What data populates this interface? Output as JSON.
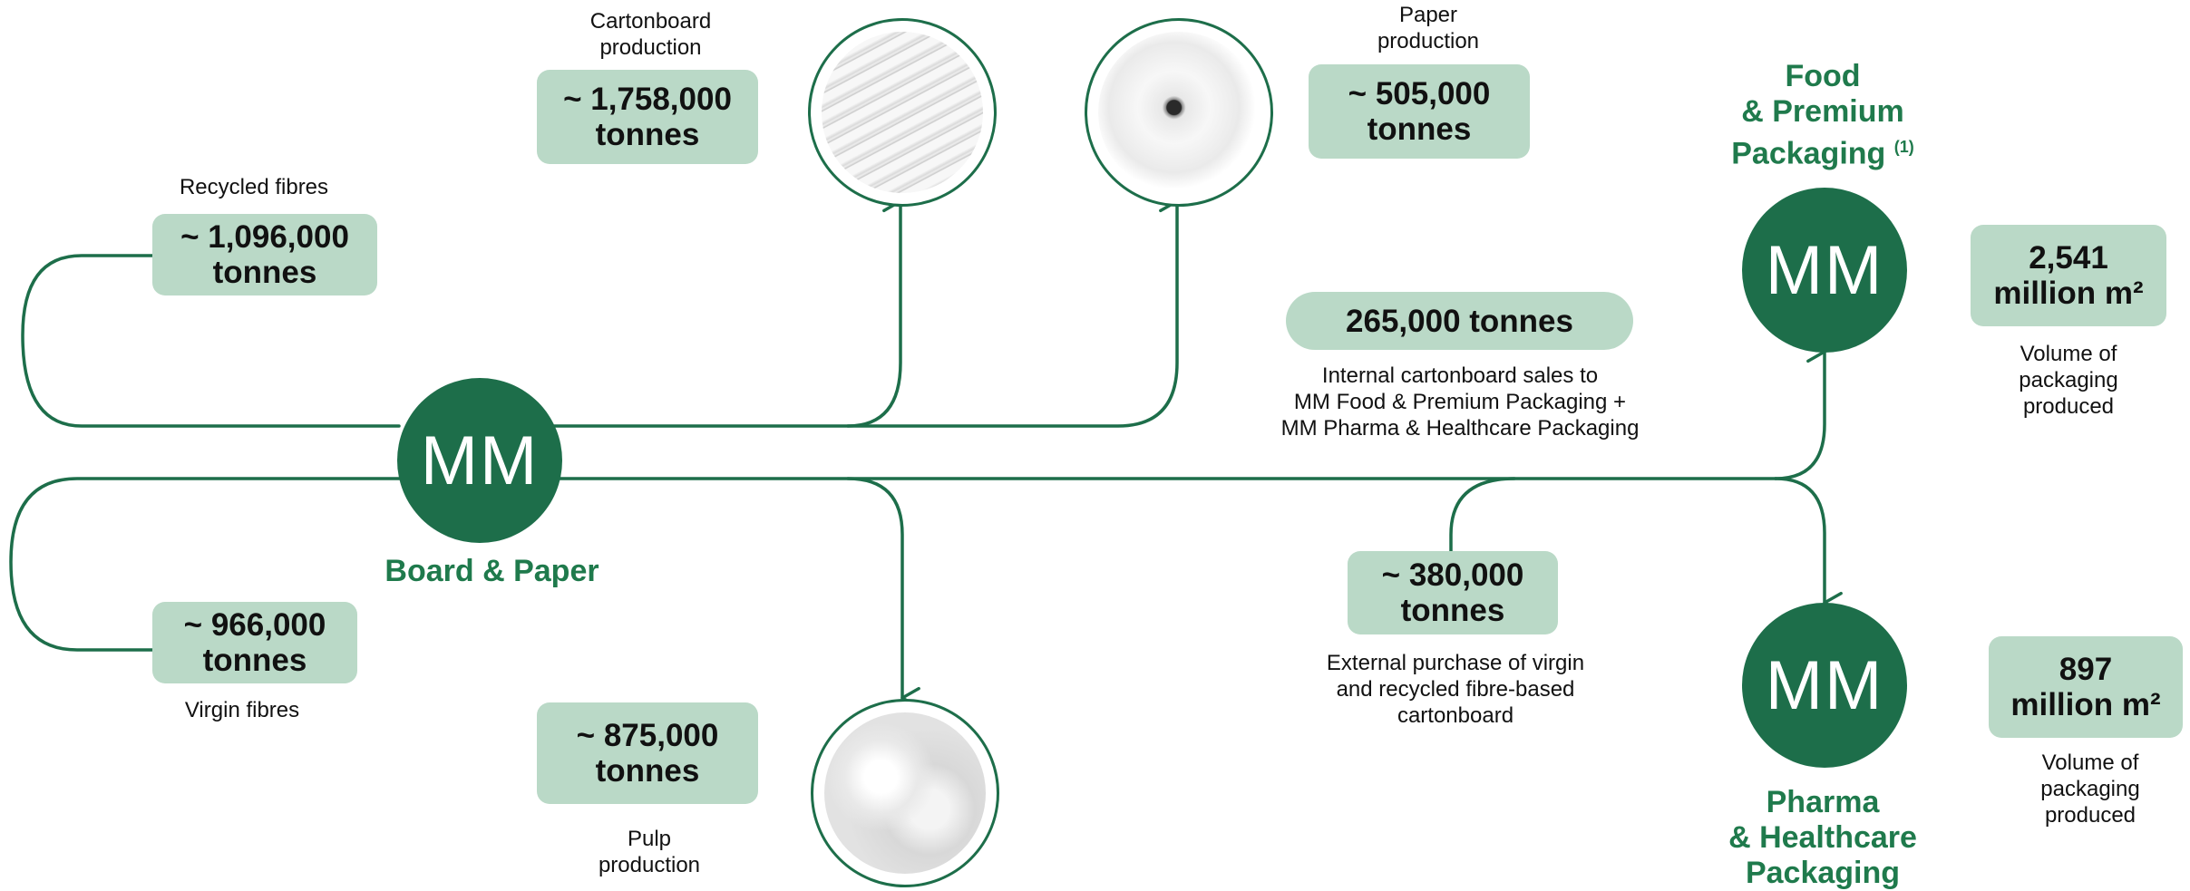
{
  "colors": {
    "accent": "#1d6e4a",
    "box_fill": "#bad9c7",
    "title_green": "#1f7a4c"
  },
  "hub": {
    "logo": "MM",
    "title": "Board & Paper"
  },
  "recycled_fibres": {
    "label": "Recycled fibres",
    "value": "~ 1,096,000",
    "unit": "tonnes"
  },
  "virgin_fibres": {
    "label": "Virgin fibres",
    "value": "~ 966,000",
    "unit": "tonnes"
  },
  "cartonboard": {
    "label_line1": "Cartonboard",
    "label_line2": "production",
    "value": "~ 1,758,000",
    "unit": "tonnes",
    "image": "cartonboard-sheets"
  },
  "paper": {
    "label_line1": "Paper",
    "label_line2": "production",
    "value": "~ 505,000",
    "unit": "tonnes",
    "image": "paper-roll"
  },
  "pulp": {
    "label_line1": "Pulp",
    "label_line2": "production",
    "value": "~ 875,000",
    "unit": "tonnes",
    "image": "pulp"
  },
  "internal_sales": {
    "value": "265,000 tonnes",
    "desc_line1": "Internal cartonboard sales to",
    "desc_line2": "MM Food & Premium Packaging +",
    "desc_line3": "MM Pharma & Healthcare Packaging"
  },
  "external_purchase": {
    "value": "~ 380,000",
    "unit": "tonnes",
    "desc_line1": "External purchase of virgin",
    "desc_line2": "and recycled fibre-based",
    "desc_line3": "cartonboard"
  },
  "food": {
    "logo": "MM",
    "title_line1": "Food",
    "title_line2": "& Premium",
    "title_line3": "Packaging",
    "footnote": "(1)",
    "value": "2,541",
    "unit": "million m²",
    "desc_line1": "Volume of",
    "desc_line2": "packaging",
    "desc_line3": "produced"
  },
  "pharma": {
    "logo": "MM",
    "title_line1": "Pharma",
    "title_line2": "& Healthcare",
    "title_line3": "Packaging",
    "value": "897",
    "unit": "million m²",
    "desc_line1": "Volume of",
    "desc_line2": "packaging",
    "desc_line3": "produced"
  }
}
